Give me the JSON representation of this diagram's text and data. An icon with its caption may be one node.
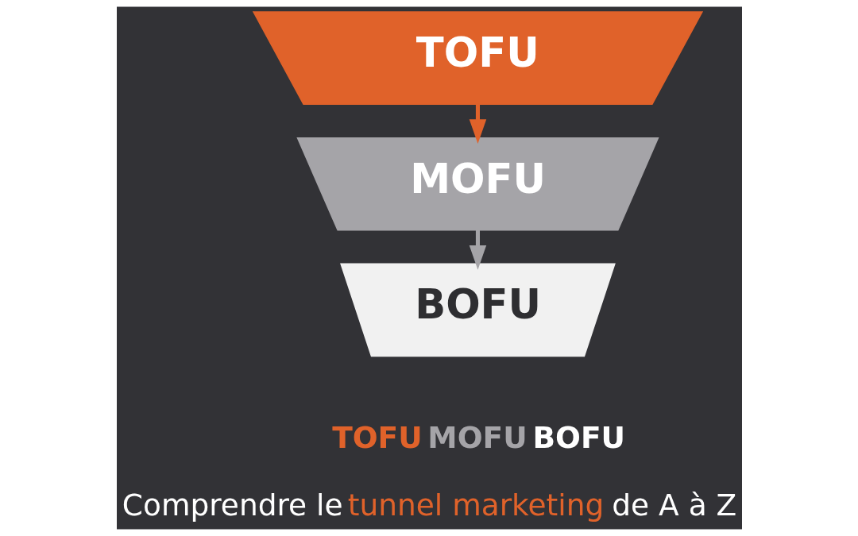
{
  "diagram": {
    "nodes": [
      {
        "text": [
          "TOFU"
        ]
      },
      {
        "text": [
          "MOFU"
        ]
      },
      {
        "text": [
          "BOFU"
        ]
      }
    ],
    "edges": [
      {
        "from": 0,
        "to": 1,
        "arrow": "to",
        "color": "#e0622a"
      },
      {
        "from": 1,
        "to": 2,
        "arrow": "to",
        "color": "#a5a4a8"
      }
    ],
    "labels": [
      "TOFU",
      "MOFU",
      "BOFU",
      "Comprendre le",
      "tunnel marketing",
      "de A à Z"
    ]
  }
}
